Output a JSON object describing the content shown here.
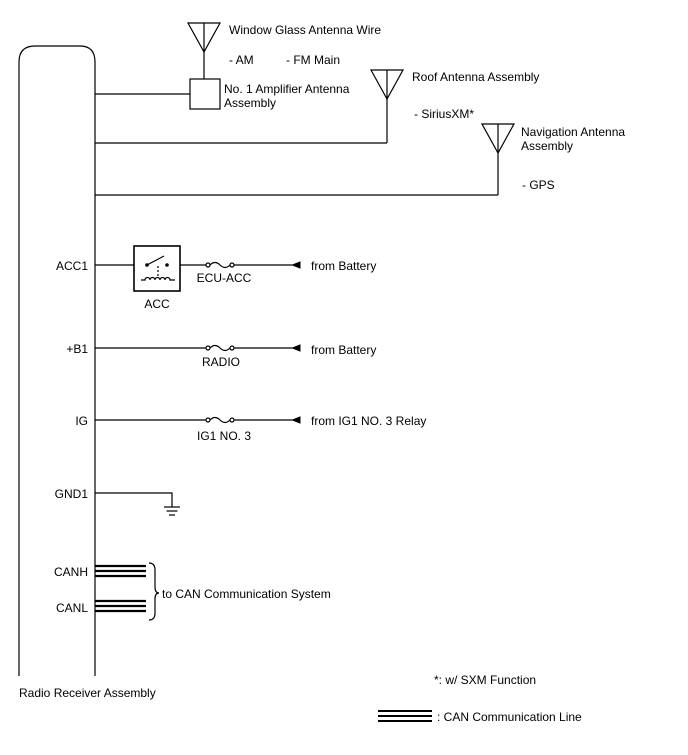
{
  "antennas": {
    "window_glass": {
      "label": "Window Glass Antenna Wire",
      "bands": [
        "- AM",
        "- FM Main"
      ]
    },
    "amplifier": {
      "label_line1": "No. 1 Amplifier Antenna",
      "label_line2": "Assembly"
    },
    "roof": {
      "label": "Roof Antenna Assembly",
      "band": "- SiriusXM*"
    },
    "navigation": {
      "label_line1": "Navigation Antenna",
      "label_line2": "Assembly",
      "band": "- GPS"
    }
  },
  "pins": {
    "acc1": {
      "pin": "ACC1",
      "relay": "ACC",
      "fuse": "ECU-ACC",
      "source": "from Battery"
    },
    "b1": {
      "pin": "+B1",
      "fuse": "RADIO",
      "source": "from Battery"
    },
    "ig": {
      "pin": "IG",
      "fuse": "IG1 NO. 3",
      "source": "from IG1 NO. 3 Relay"
    },
    "gnd1": {
      "pin": "GND1"
    },
    "canh": {
      "pin": "CANH"
    },
    "canl": {
      "pin": "CANL"
    },
    "can_destination": "to CAN Communication System"
  },
  "component": {
    "label": "Radio Receiver Assembly"
  },
  "notes": {
    "footnote": "*: w/ SXM Function",
    "legend": ": CAN Communication Line"
  }
}
